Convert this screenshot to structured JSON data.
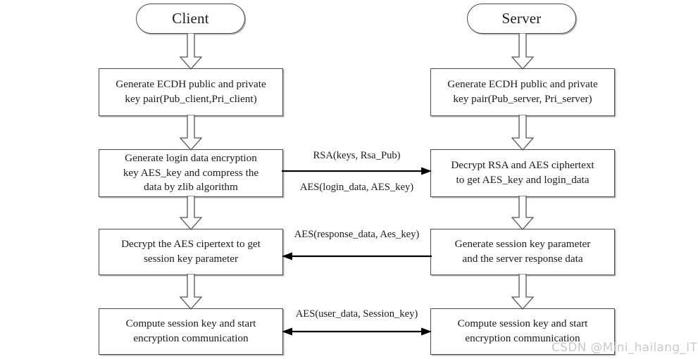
{
  "diagram": {
    "title": "ECDH / RSA / AES login handshake flowchart",
    "lane_left": "Client",
    "lane_right": "Server",
    "colors": {
      "stroke": "#4a4a4a",
      "fill": "#ffffff",
      "text": "#1a1a1a",
      "arrow": "#000000",
      "watermark": "#c9c9c9"
    },
    "terminators": [
      {
        "id": "client",
        "label": "Client"
      },
      {
        "id": "server",
        "label": "Server"
      }
    ],
    "steps": {
      "client": [
        {
          "id": "c1",
          "line1": "Generate ECDH public and private",
          "line2": "key pair(Pub_client,Pri_client)"
        },
        {
          "id": "c2",
          "line1": "Generate login data encryption",
          "line2": "key AES_key and compress the",
          "line3": "data by zlib algorithm"
        },
        {
          "id": "c3",
          "line1": "Decrypt the AES cipertext to get",
          "line2": "session key parameter"
        },
        {
          "id": "c4",
          "line1": "Compute session key and start",
          "line2": "encryption communication"
        }
      ],
      "server": [
        {
          "id": "s1",
          "line1": "Generate ECDH public and private",
          "line2": "key pair(Pub_server, Pri_server)"
        },
        {
          "id": "s2",
          "line1": "Decrypt RSA and AES ciphertext",
          "line2": "to get AES_key and login_data"
        },
        {
          "id": "s3",
          "line1": "Generate session key parameter",
          "line2": "and the server response data"
        },
        {
          "id": "s4",
          "line1": "Compute session key and start",
          "line2": "encryption communication"
        }
      ]
    },
    "messages": [
      {
        "id": "m1",
        "direction": "client-to-server",
        "label_above": "RSA(keys, Rsa_Pub)",
        "label_below": "AES(login_data, AES_key)"
      },
      {
        "id": "m2",
        "direction": "server-to-client",
        "label_above": "AES(response_data, Aes_key)",
        "label_below": ""
      },
      {
        "id": "m3",
        "direction": "bidirectional",
        "label_above": "AES(user_data, Session_key)",
        "label_below": ""
      }
    ],
    "watermark": "CSDN @Mini_hailang_IT"
  }
}
